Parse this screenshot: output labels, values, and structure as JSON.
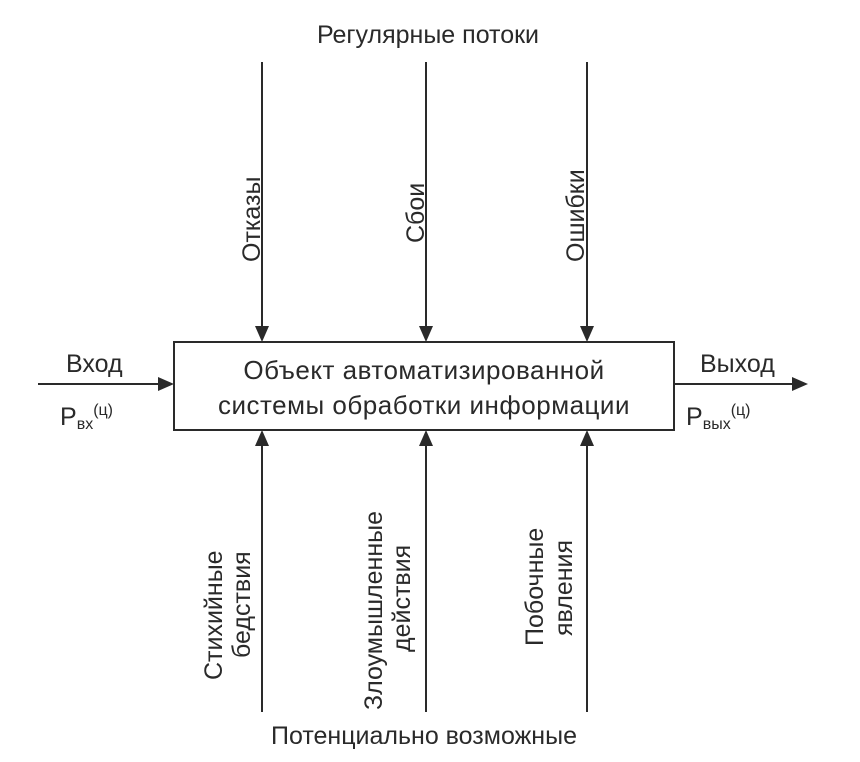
{
  "top_caption": "Регулярные потоки",
  "bottom_caption": "Потенциально возможные",
  "object_box": {
    "line1": "Объект автоматизированной",
    "line2": "системы обработки информации"
  },
  "input": {
    "label": "Вход",
    "symbol": "P",
    "subscript": "вх",
    "superscript": "(ц)"
  },
  "output": {
    "label": "Выход",
    "symbol": "P",
    "subscript": "вых",
    "superscript": "(ц)"
  },
  "top_arrows": [
    {
      "label": "Отказы"
    },
    {
      "label": "Сбои"
    },
    {
      "label": "Ошибки"
    }
  ],
  "bottom_arrows": [
    {
      "line1": "Стихийные",
      "line2": "бедствия"
    },
    {
      "line1": "Злоумышленные",
      "line2": "действия"
    },
    {
      "line1": "Побочные",
      "line2": "явления"
    }
  ],
  "colors": {
    "ink": "#2a2a2a",
    "background": "#ffffff"
  }
}
